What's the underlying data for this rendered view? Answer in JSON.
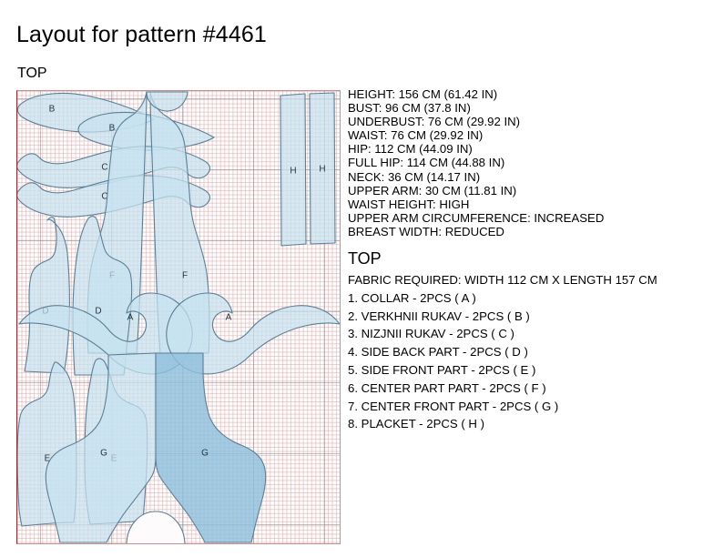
{
  "header": {
    "title": "Layout for pattern #4461",
    "garment": "TOP"
  },
  "measurements": [
    "HEIGHT: 156 CM (61.42 IN)",
    "BUST: 96 CM (37.8 IN)",
    "UNDERBUST: 76 CM (29.92 IN)",
    "WAIST: 76 CM (29.92 IN)",
    "HIP: 112 CM (44.09 IN)",
    "FULL HIP: 114 CM (44.88 IN)",
    "NECK: 36 CM (14.17 IN)",
    "UPPER ARM: 30 CM (11.81 IN)",
    "WAIST HEIGHT: HIGH",
    "UPPER ARM CIRCUMFERENCE: INCREASED",
    "BREAST WIDTH: REDUCED"
  ],
  "section": {
    "heading": "TOP",
    "fabric_required": "FABRIC REQUIRED: WIDTH 112 CM X LENGTH 157 CM"
  },
  "parts": [
    "1. COLLAR - 2PCS ( A )",
    "2. VERKHNII RUKAV - 2PCS ( B )",
    "3. NIZJNII RUKAV - 2PCS ( C )",
    "4. SIDE BACK PART - 2PCS ( D )",
    "5. SIDE FRONT PART - 2PCS ( E )",
    "6. CENTER PART PART - 2PCS ( F )",
    "7. CENTER FRONT PART - 2PCS ( G )",
    "8. PLACKET - 2PCS ( H )"
  ],
  "layout": {
    "piece_labels": [
      "B",
      "B",
      "C",
      "C",
      "F",
      "F",
      "H",
      "H",
      "D",
      "D",
      "A",
      "A",
      "E",
      "E",
      "G",
      "G"
    ],
    "colors": {
      "piece_fill": "#c6e2f0",
      "piece_fill_selected": "#8fc0dd",
      "piece_stroke": "#5b7f96",
      "grid_minor": "#d6aaaa",
      "grid_major": "#787880",
      "canvas_border": "#c98f8f",
      "fabric_edge": "#8c2f2f"
    }
  }
}
